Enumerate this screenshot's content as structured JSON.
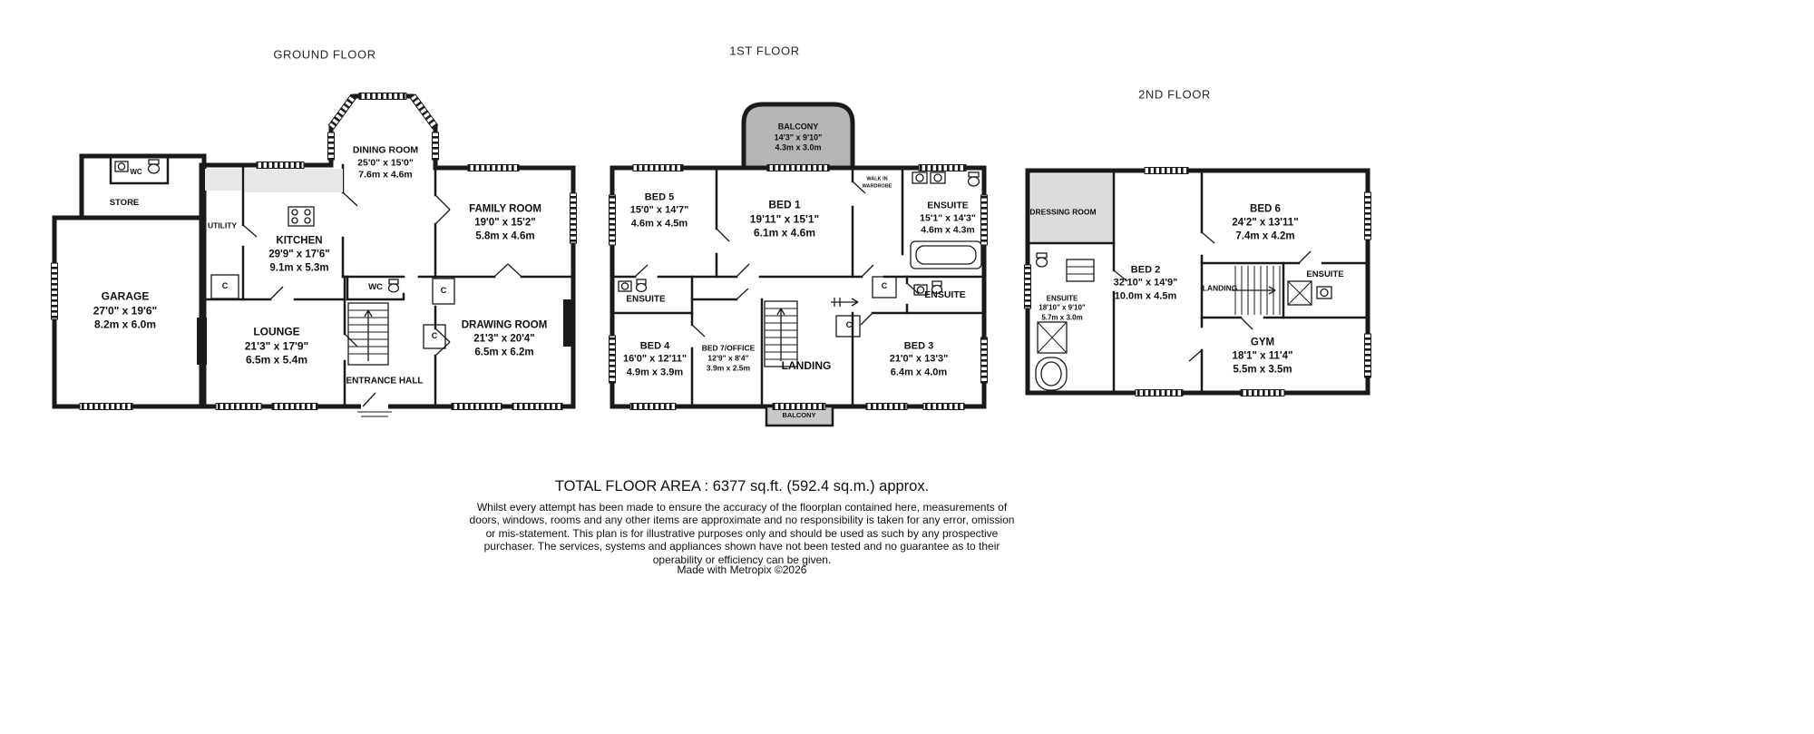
{
  "titles": {
    "ground": "GROUND FLOOR",
    "first": "1ST FLOOR",
    "second": "2ND FLOOR"
  },
  "labels": {
    "cupboard": "C"
  },
  "colors": {
    "wall": "#1a1a1a",
    "balcony_fill": "#b5b5b5",
    "balcony_lower_fill": "#c9c9c9",
    "dressing_fill": "#dcdcdc",
    "counter_fill": "#e8e8e8"
  },
  "ground": {
    "wc_store": {
      "name": "WC"
    },
    "store": {
      "name": "STORE"
    },
    "garage": {
      "name": "GARAGE",
      "imperial": "27'0\" x 19'6\"",
      "metric": "8.2m x 6.0m"
    },
    "utility": {
      "name": "UTILITY"
    },
    "kitchen": {
      "name": "KITCHEN",
      "imperial": "29'9\" x 17'6\"",
      "metric": "9.1m x 5.3m"
    },
    "dining_room": {
      "name": "DINING ROOM",
      "imperial": "25'0\" x 15'0\"",
      "metric": "7.6m x 4.6m"
    },
    "family_room": {
      "name": "FAMILY ROOM",
      "imperial": "19'0\" x 15'2\"",
      "metric": "5.8m x 4.6m"
    },
    "wc": {
      "name": "WC"
    },
    "lounge": {
      "name": "LOUNGE",
      "imperial": "21'3\" x 17'9\"",
      "metric": "6.5m x 5.4m"
    },
    "drawing_room": {
      "name": "DRAWING ROOM",
      "imperial": "21'3\" x 20'4\"",
      "metric": "6.5m x 6.2m"
    },
    "entrance_hall": {
      "name": "ENTRANCE HALL"
    }
  },
  "first": {
    "balcony_top": {
      "name": "BALCONY",
      "imperial": "14'3\" x 9'10\"",
      "metric": "4.3m x 3.0m"
    },
    "bed5": {
      "name": "BED 5",
      "imperial": "15'0\" x 14'7\"",
      "metric": "4.6m x 4.5m"
    },
    "bed1": {
      "name": "BED 1",
      "imperial": "19'11\" x 15'1\"",
      "metric": "6.1m x 4.6m"
    },
    "walk_in_wardrobe": {
      "name": "WALK IN WARDROBE"
    },
    "ensuite_main": {
      "name": "ENSUITE",
      "imperial": "15'1\" x 14'3\"",
      "metric": "4.6m x 4.3m"
    },
    "ensuite_left": {
      "name": "ENSUITE"
    },
    "bed4": {
      "name": "BED 4",
      "imperial": "16'0\" x 12'11\"",
      "metric": "4.9m x 3.9m"
    },
    "bed7": {
      "name": "BED 7/OFFICE",
      "imperial": "12'9\" x 8'4\"",
      "metric": "3.9m x 2.5m"
    },
    "landing": {
      "name": "LANDING"
    },
    "ensuite_right": {
      "name": "ENSUITE"
    },
    "bed3": {
      "name": "BED 3",
      "imperial": "21'0\" x 13'3\"",
      "metric": "6.4m x 4.0m"
    },
    "balcony_bottom": {
      "name": "BALCONY"
    }
  },
  "second": {
    "dressing_room": {
      "name": "DRESSING ROOM"
    },
    "bed6": {
      "name": "BED 6",
      "imperial": "24'2\" x 13'11\"",
      "metric": "7.4m x 4.2m"
    },
    "bed2": {
      "name": "BED 2",
      "imperial": "32'10\" x 14'9\"",
      "metric": "10.0m x 4.5m"
    },
    "ensuite_left": {
      "name": "ENSUITE",
      "imperial": "18'10\" x 9'10\"",
      "metric": "5.7m x 3.0m"
    },
    "landing": {
      "name": "LANDING"
    },
    "ensuite_right": {
      "name": "ENSUITE"
    },
    "gym": {
      "name": "GYM",
      "imperial": "18'1\" x 11'4\"",
      "metric": "5.5m x 3.5m"
    }
  },
  "footer": {
    "total_area": "TOTAL FLOOR AREA : 6377 sq.ft. (592.4 sq.m.) approx.",
    "disclaimer": "Whilst every attempt has been made to ensure the accuracy of the floorplan contained here, measurements of doors, windows, rooms and any other items are approximate and no responsibility is taken for any error, omission or mis-statement. This plan is for illustrative purposes only and should be used as such by any prospective purchaser. The services, systems and appliances shown have not been tested and no guarantee as to their operability or efficiency can be given.",
    "credit": "Made with Metropix ©2026"
  }
}
